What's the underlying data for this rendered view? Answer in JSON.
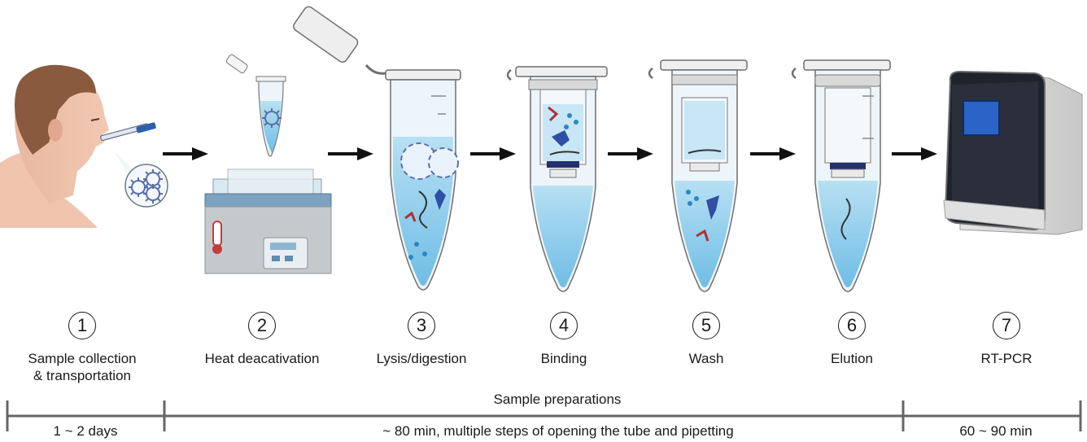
{
  "steps": [
    {
      "num": "1",
      "label": "Sample collection",
      "label2": "& transportation"
    },
    {
      "num": "2",
      "label": "Heat deacativation"
    },
    {
      "num": "3",
      "label": "Lysis/digestion"
    },
    {
      "num": "4",
      "label": "Binding"
    },
    {
      "num": "5",
      "label": "Wash"
    },
    {
      "num": "6",
      "label": "Elution"
    },
    {
      "num": "7",
      "label": "RT-PCR"
    }
  ],
  "timeline": {
    "group_label": "Sample preparations",
    "seg1": "1 ~ 2 days",
    "seg2": "~ 80 min, multiple steps of opening the tube and pipetting",
    "seg3": "60 ~ 90 min"
  },
  "colors": {
    "liquid": "#a9d6ee",
    "tube": "#e8f2f8",
    "outline": "#6a7a86",
    "virus": "#5a6fa8",
    "dark": "#2b2b2b"
  }
}
